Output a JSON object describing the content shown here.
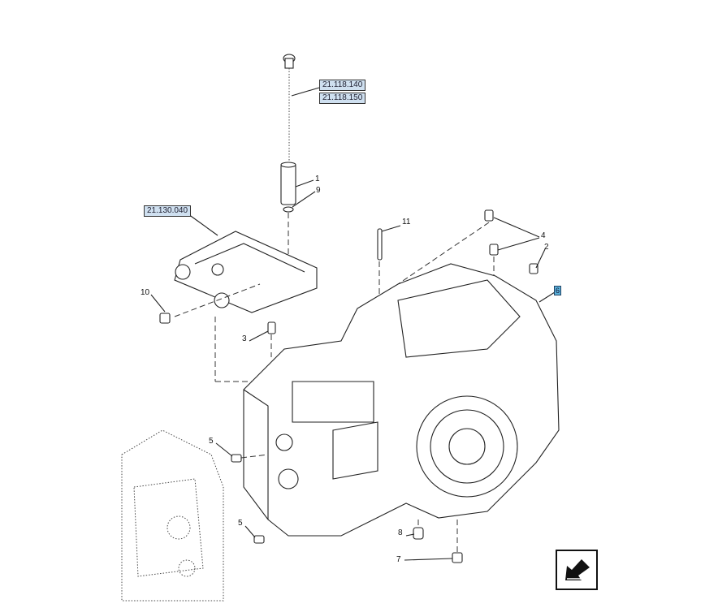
{
  "references": [
    "21.118.140",
    "21.118.150",
    "21.130.040"
  ],
  "callouts": {
    "c1": "1",
    "c9": "9",
    "c11": "11",
    "c4": "4",
    "c2": "2",
    "c6": "6",
    "c10": "10",
    "c3": "3",
    "c5a": "5",
    "c5b": "5",
    "c8": "8",
    "c7": "7"
  },
  "colors": {
    "reference_fill": "#cfe0f0",
    "highlight": "#5ab0d8"
  },
  "navigation_icon": "arrow-down-left-icon"
}
